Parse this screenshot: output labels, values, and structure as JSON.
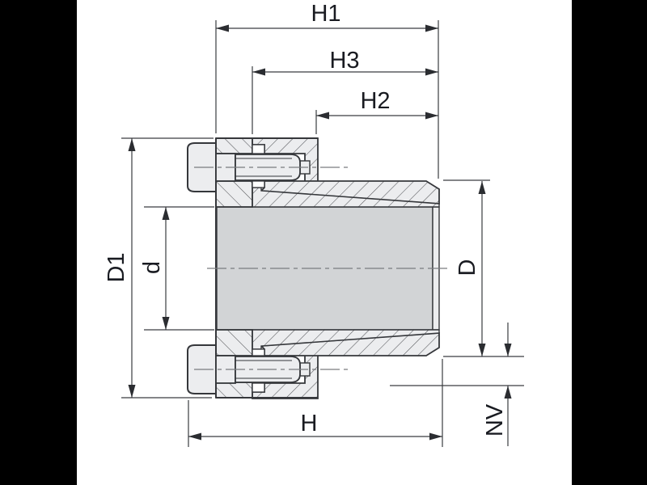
{
  "diagram": {
    "kind": "technical-drawing-cross-section-locking-assembly",
    "labels": {
      "h1": "H1",
      "h3": "H3",
      "h2": "H2",
      "h": "H",
      "d1_outer_flange_diameter": "D1",
      "d_bore_diameter": "d",
      "d_outer_ring_diameter": "D",
      "nv": "NV"
    },
    "colors": {
      "letterbox": "#000000",
      "canvas": "#ffffff",
      "part_fill": "#ecedef",
      "bore_fill": "#d2d4d6",
      "outline": "#35373b",
      "hatch_line": "#54565a",
      "dimension_line": "#3a3c40",
      "arrow": "#2b2d31",
      "label_text": "#191b21",
      "centerline": "#7a7c7f"
    }
  }
}
